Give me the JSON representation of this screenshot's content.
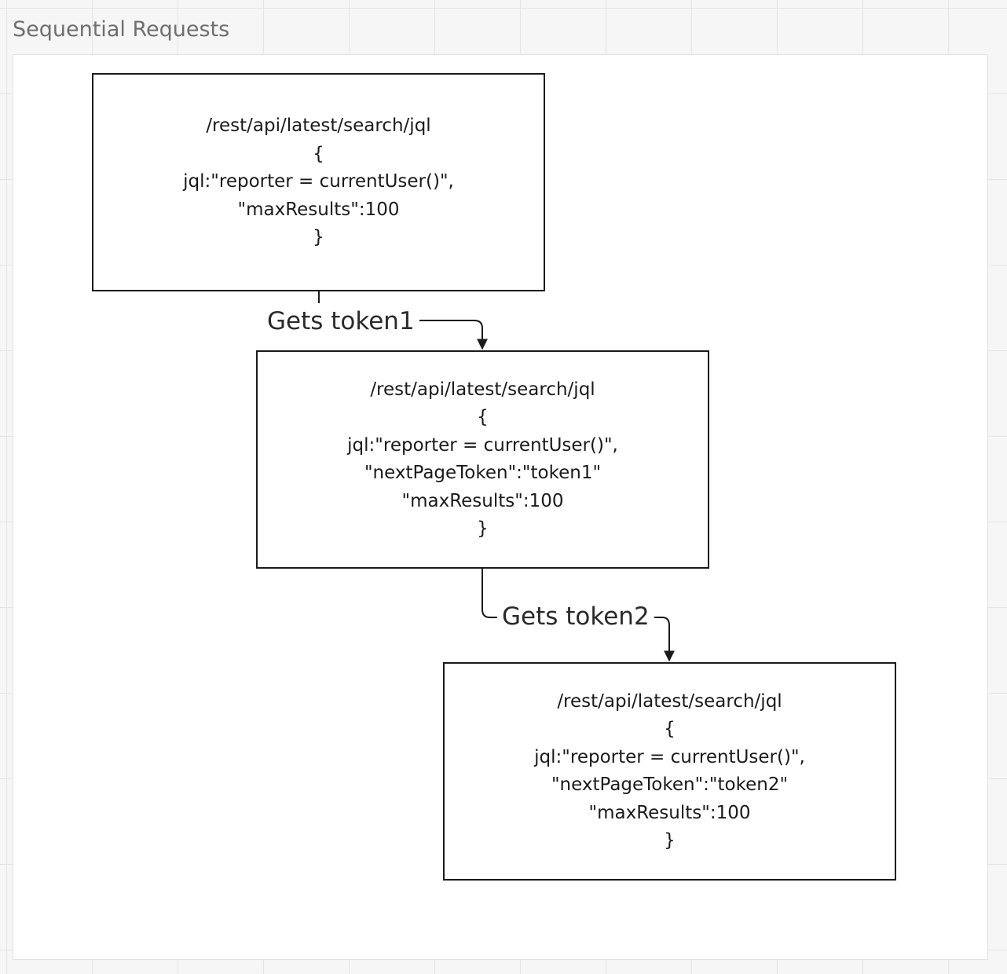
{
  "frame": {
    "title": "Sequential Requests"
  },
  "requests": [
    {
      "lines": [
        "/rest/api/latest/search/jql",
        "{",
        "jql:\"reporter = currentUser()\",",
        "\"maxResults\":100",
        "}"
      ]
    },
    {
      "lines": [
        "/rest/api/latest/search/jql",
        "{",
        "jql:\"reporter = currentUser()\",",
        "\"nextPageToken\":\"token1\"",
        "\"maxResults\":100",
        "}"
      ]
    },
    {
      "lines": [
        "/rest/api/latest/search/jql",
        "{",
        "jql:\"reporter = currentUser()\",",
        "\"nextPageToken\":\"token2\"",
        "\"maxResults\":100",
        "}"
      ]
    }
  ],
  "connectors": [
    {
      "label": "Gets token1"
    },
    {
      "label": "Gets token2"
    }
  ],
  "colors": {
    "stroke": "#1a1a1a",
    "canvas": "#f6f6f6",
    "frame": "#ffffff",
    "title": "#6f6f6f"
  }
}
